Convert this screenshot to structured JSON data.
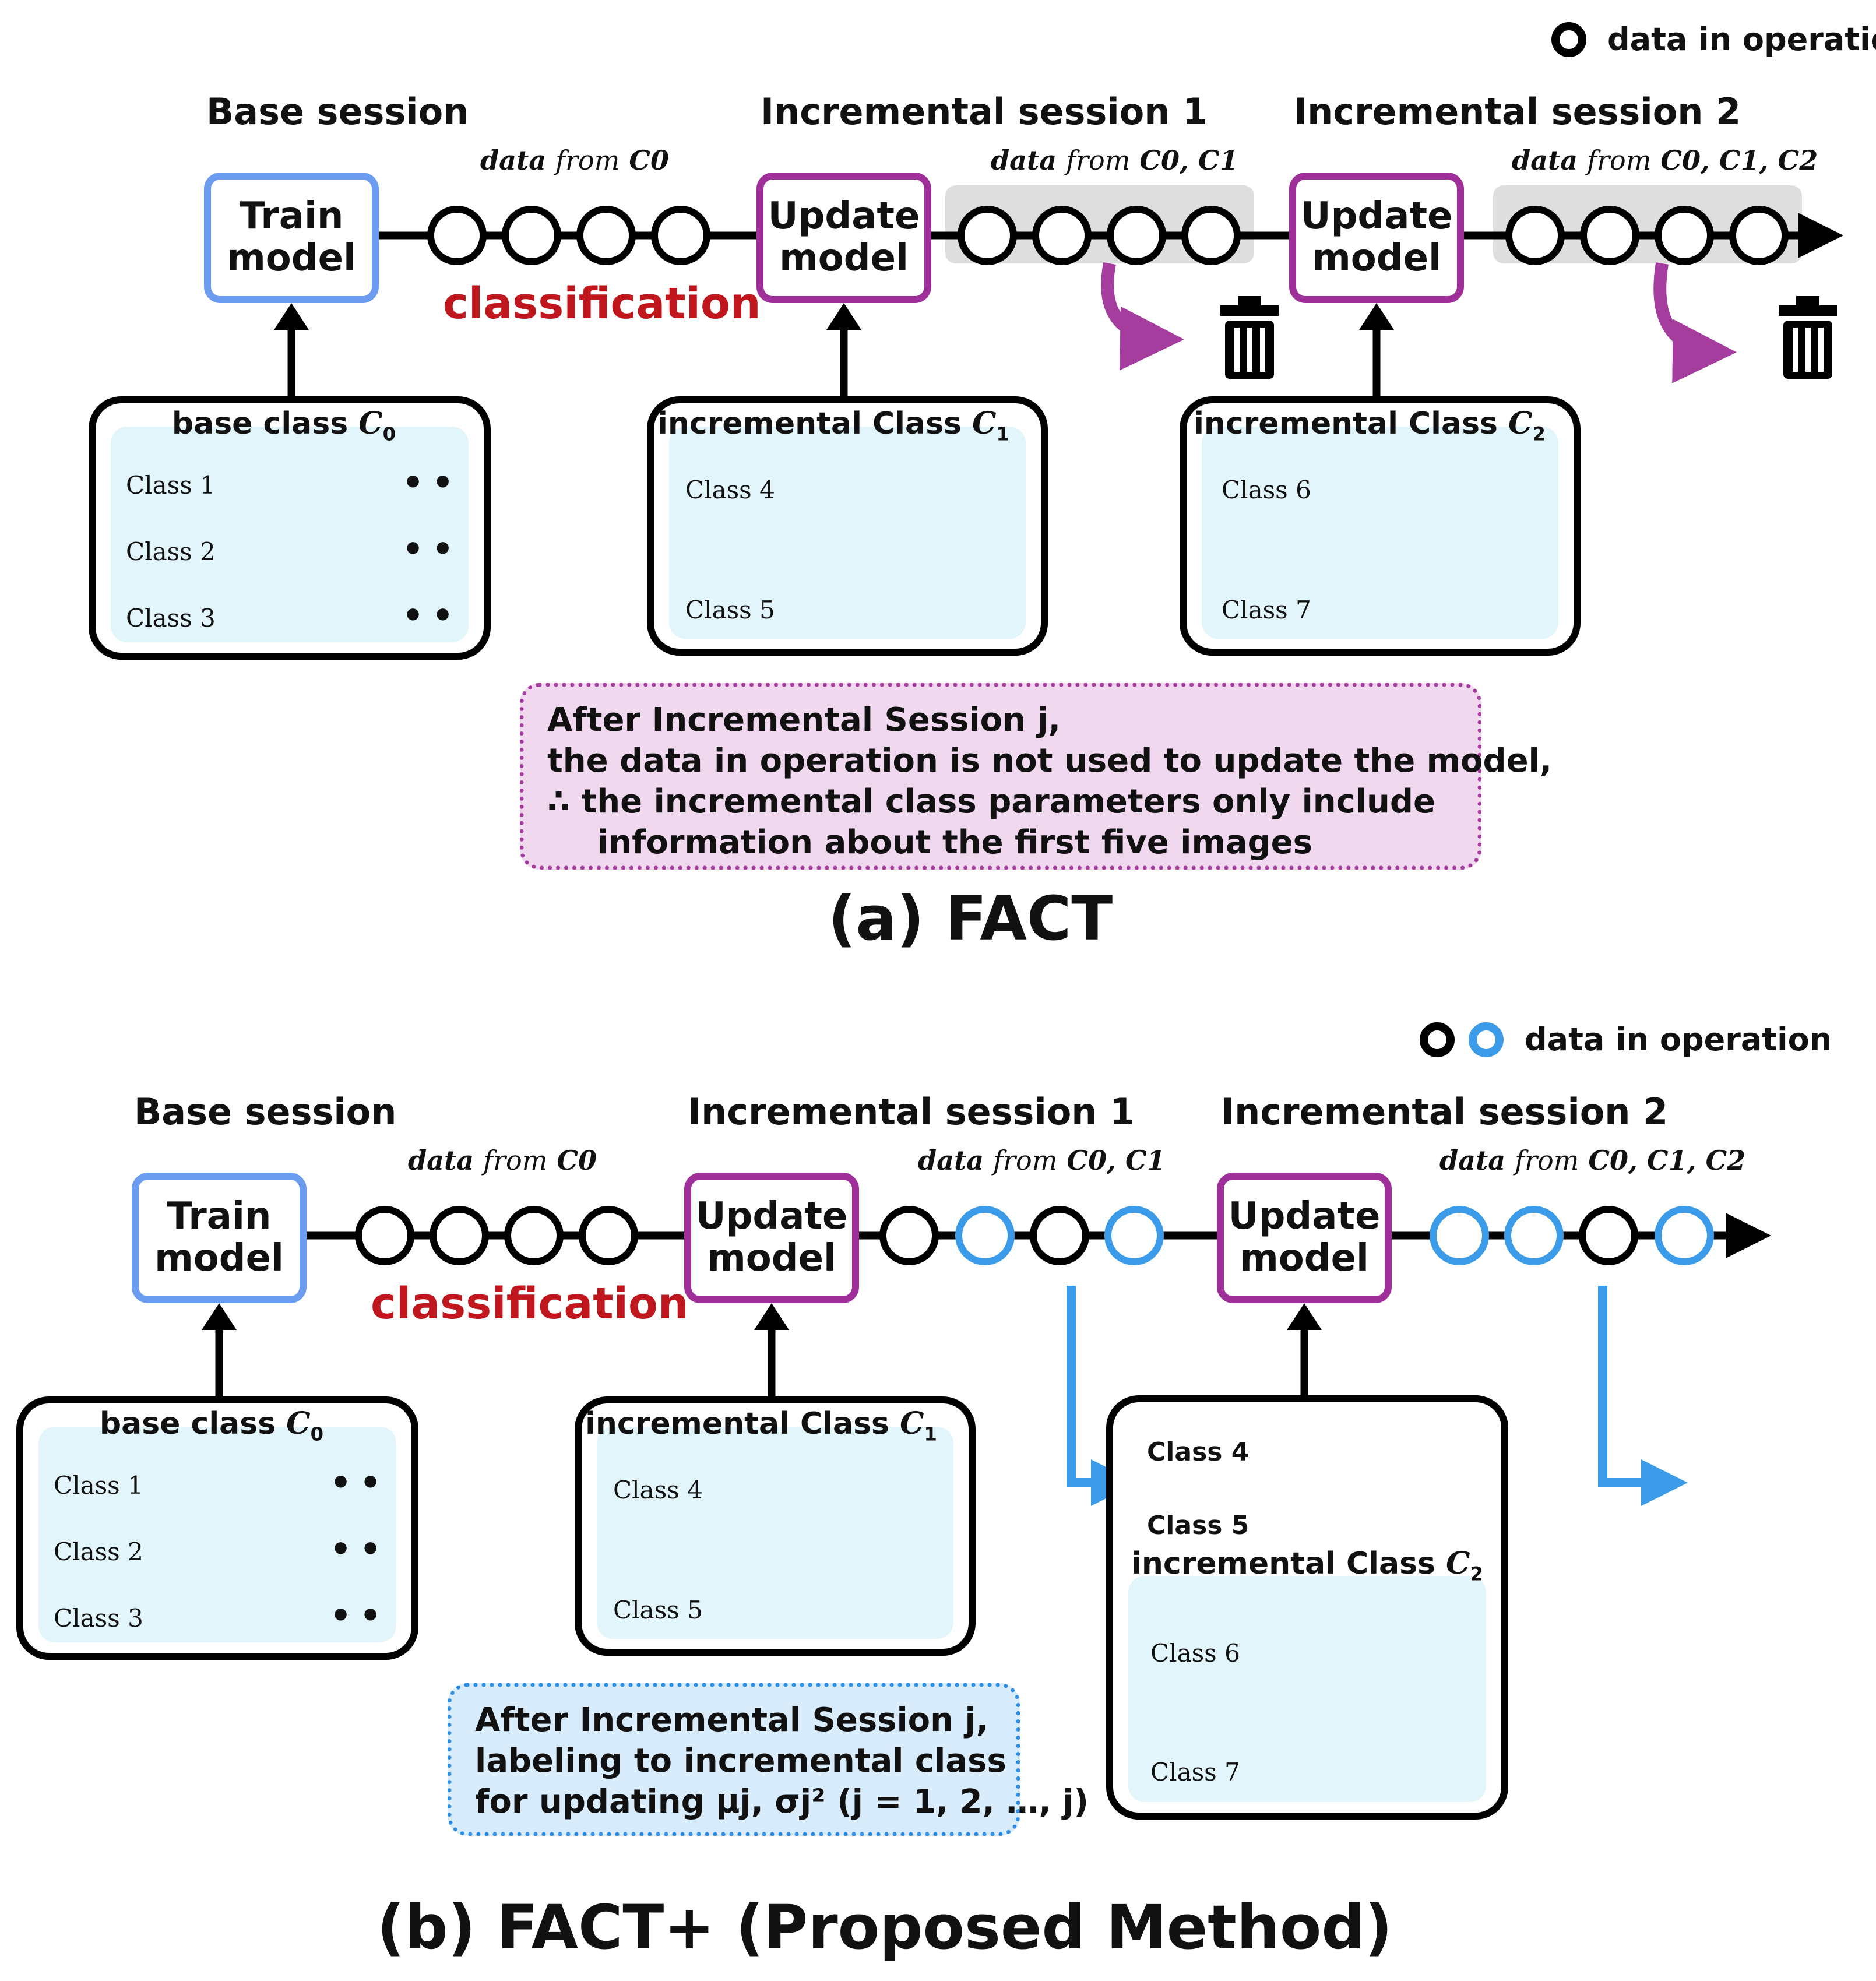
{
  "figure_a": {
    "legend": {
      "label": "data in operation"
    },
    "sessions": {
      "base": "Base session",
      "inc1": "Incremental session 1",
      "inc2": "Incremental session 2"
    },
    "data_labels": {
      "d0": {
        "data": "data",
        "from": "from",
        "classes": "C0"
      },
      "d1": {
        "data": "data",
        "from": "from",
        "classes": "C0, C1"
      },
      "d2": {
        "data": "data",
        "from": "from",
        "classes": "C0, C1, C2"
      }
    },
    "nodes": {
      "train": "Train\nmodel",
      "update1": "Update\nmodel",
      "update2": "Update\nmodel"
    },
    "classification": "classification",
    "panels": {
      "base": {
        "title_prefix": "base class ",
        "title_var": "C",
        "title_sub": "0",
        "classes": [
          "Class 1",
          "Class 2",
          "Class 3"
        ],
        "more": "••"
      },
      "inc1": {
        "title_prefix": "incremental Class ",
        "title_var": "C",
        "title_sub": "1",
        "classes": [
          "Class 4",
          "Class 5"
        ]
      },
      "inc2": {
        "title_prefix": "incremental Class ",
        "title_var": "C",
        "title_sub": "2",
        "classes": [
          "Class 6",
          "Class 7"
        ]
      }
    },
    "note": {
      "line1": "After Incremental Session j,",
      "line2": "the data in operation is not used to update the model,",
      "line3": "∴ the incremental class parameters only include",
      "line4": "information about the first five images"
    },
    "caption": "(a) FACT"
  },
  "figure_b": {
    "legend": {
      "label": "data in operation"
    },
    "sessions": {
      "base": "Base session",
      "inc1": "Incremental session 1",
      "inc2": "Incremental session 2"
    },
    "data_labels": {
      "d0": {
        "data": "data",
        "from": "from",
        "classes": "C0"
      },
      "d1": {
        "data": "data",
        "from": "from",
        "classes": "C0, C1"
      },
      "d2": {
        "data": "data",
        "from": "from",
        "classes": "C0, C1, C2"
      }
    },
    "nodes": {
      "train": "Train\nmodel",
      "update1": "Update\nmodel",
      "update2": "Update\nmodel"
    },
    "classification": "classification",
    "panels": {
      "base": {
        "title_prefix": "base class ",
        "title_var": "C",
        "title_sub": "0",
        "classes": [
          "Class 1",
          "Class 2",
          "Class 3"
        ],
        "more": "••"
      },
      "inc1": {
        "title_prefix": "incremental Class ",
        "title_var": "C",
        "title_sub": "1",
        "classes": [
          "Class 4",
          "Class 5"
        ]
      },
      "inc2": {
        "title_prefix": "incremental Class ",
        "title_var": "C",
        "title_sub": "2",
        "classes": [
          "Class 6",
          "Class 7"
        ],
        "labeled_classes": [
          "Class 4",
          "Class 5"
        ]
      }
    },
    "note": {
      "line1": "After Incremental Session j,",
      "line2": "labeling to incremental class",
      "line3": "for updating μj, σj² (j = 1, 2, …, j)"
    },
    "caption": "(b) FACT+ (Proposed Method)"
  },
  "colors": {
    "train_border": "#6b9cf0",
    "update_border": "#9f2f99",
    "classification_text": "#c0171e",
    "operation_blue": "#3b9be8",
    "discard_arrow": "#a53d9e",
    "panel_fill": "#e2f5fb",
    "note_pink_fill": "#f0d8ee",
    "note_blue_fill": "#d9ecfb",
    "stream_highlight": "#dedede"
  },
  "icons": [
    "trash-icon",
    "tiger-icon",
    "bird-icon",
    "panda-icon",
    "cat-icon",
    "dog-icon",
    "butterfly-icon",
    "elephant-icon"
  ]
}
